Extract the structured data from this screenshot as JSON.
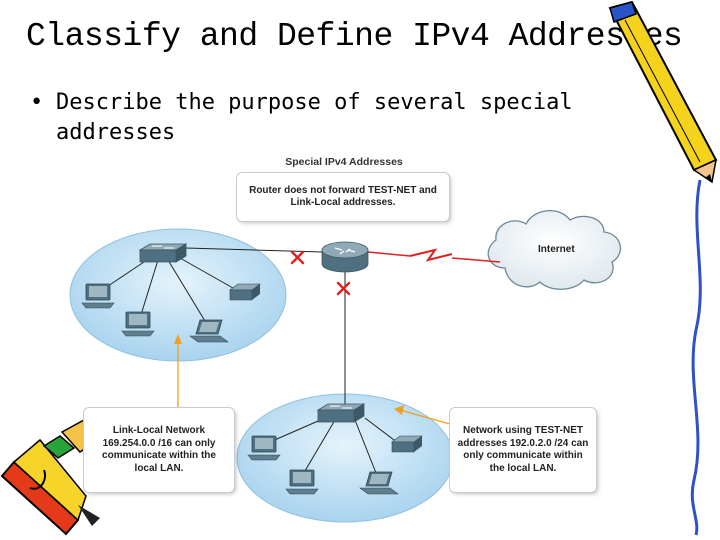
{
  "slide": {
    "title": "Classify and Define IPv4 Addresses",
    "bullet": "Describe the purpose of several special addresses"
  },
  "diagram": {
    "title": "Special IPv4 Addresses",
    "router_note": "Router does not forward TEST-NET and Link-Local addresses.",
    "link_local_note": "Link-Local Network 169.254.0.0 /16 can only communicate within the local LAN.",
    "test_net_note": "Network using TEST-NET addresses 192.0.2.0 /24 can only communicate within the local LAN.",
    "cloud_label": "Internet"
  },
  "colors": {
    "lan": "#b9dcf2",
    "device": "#4f7080",
    "link_block_mark": "#e02020",
    "wan_link": "#e02020",
    "callout_arrow": "#f0a020"
  }
}
